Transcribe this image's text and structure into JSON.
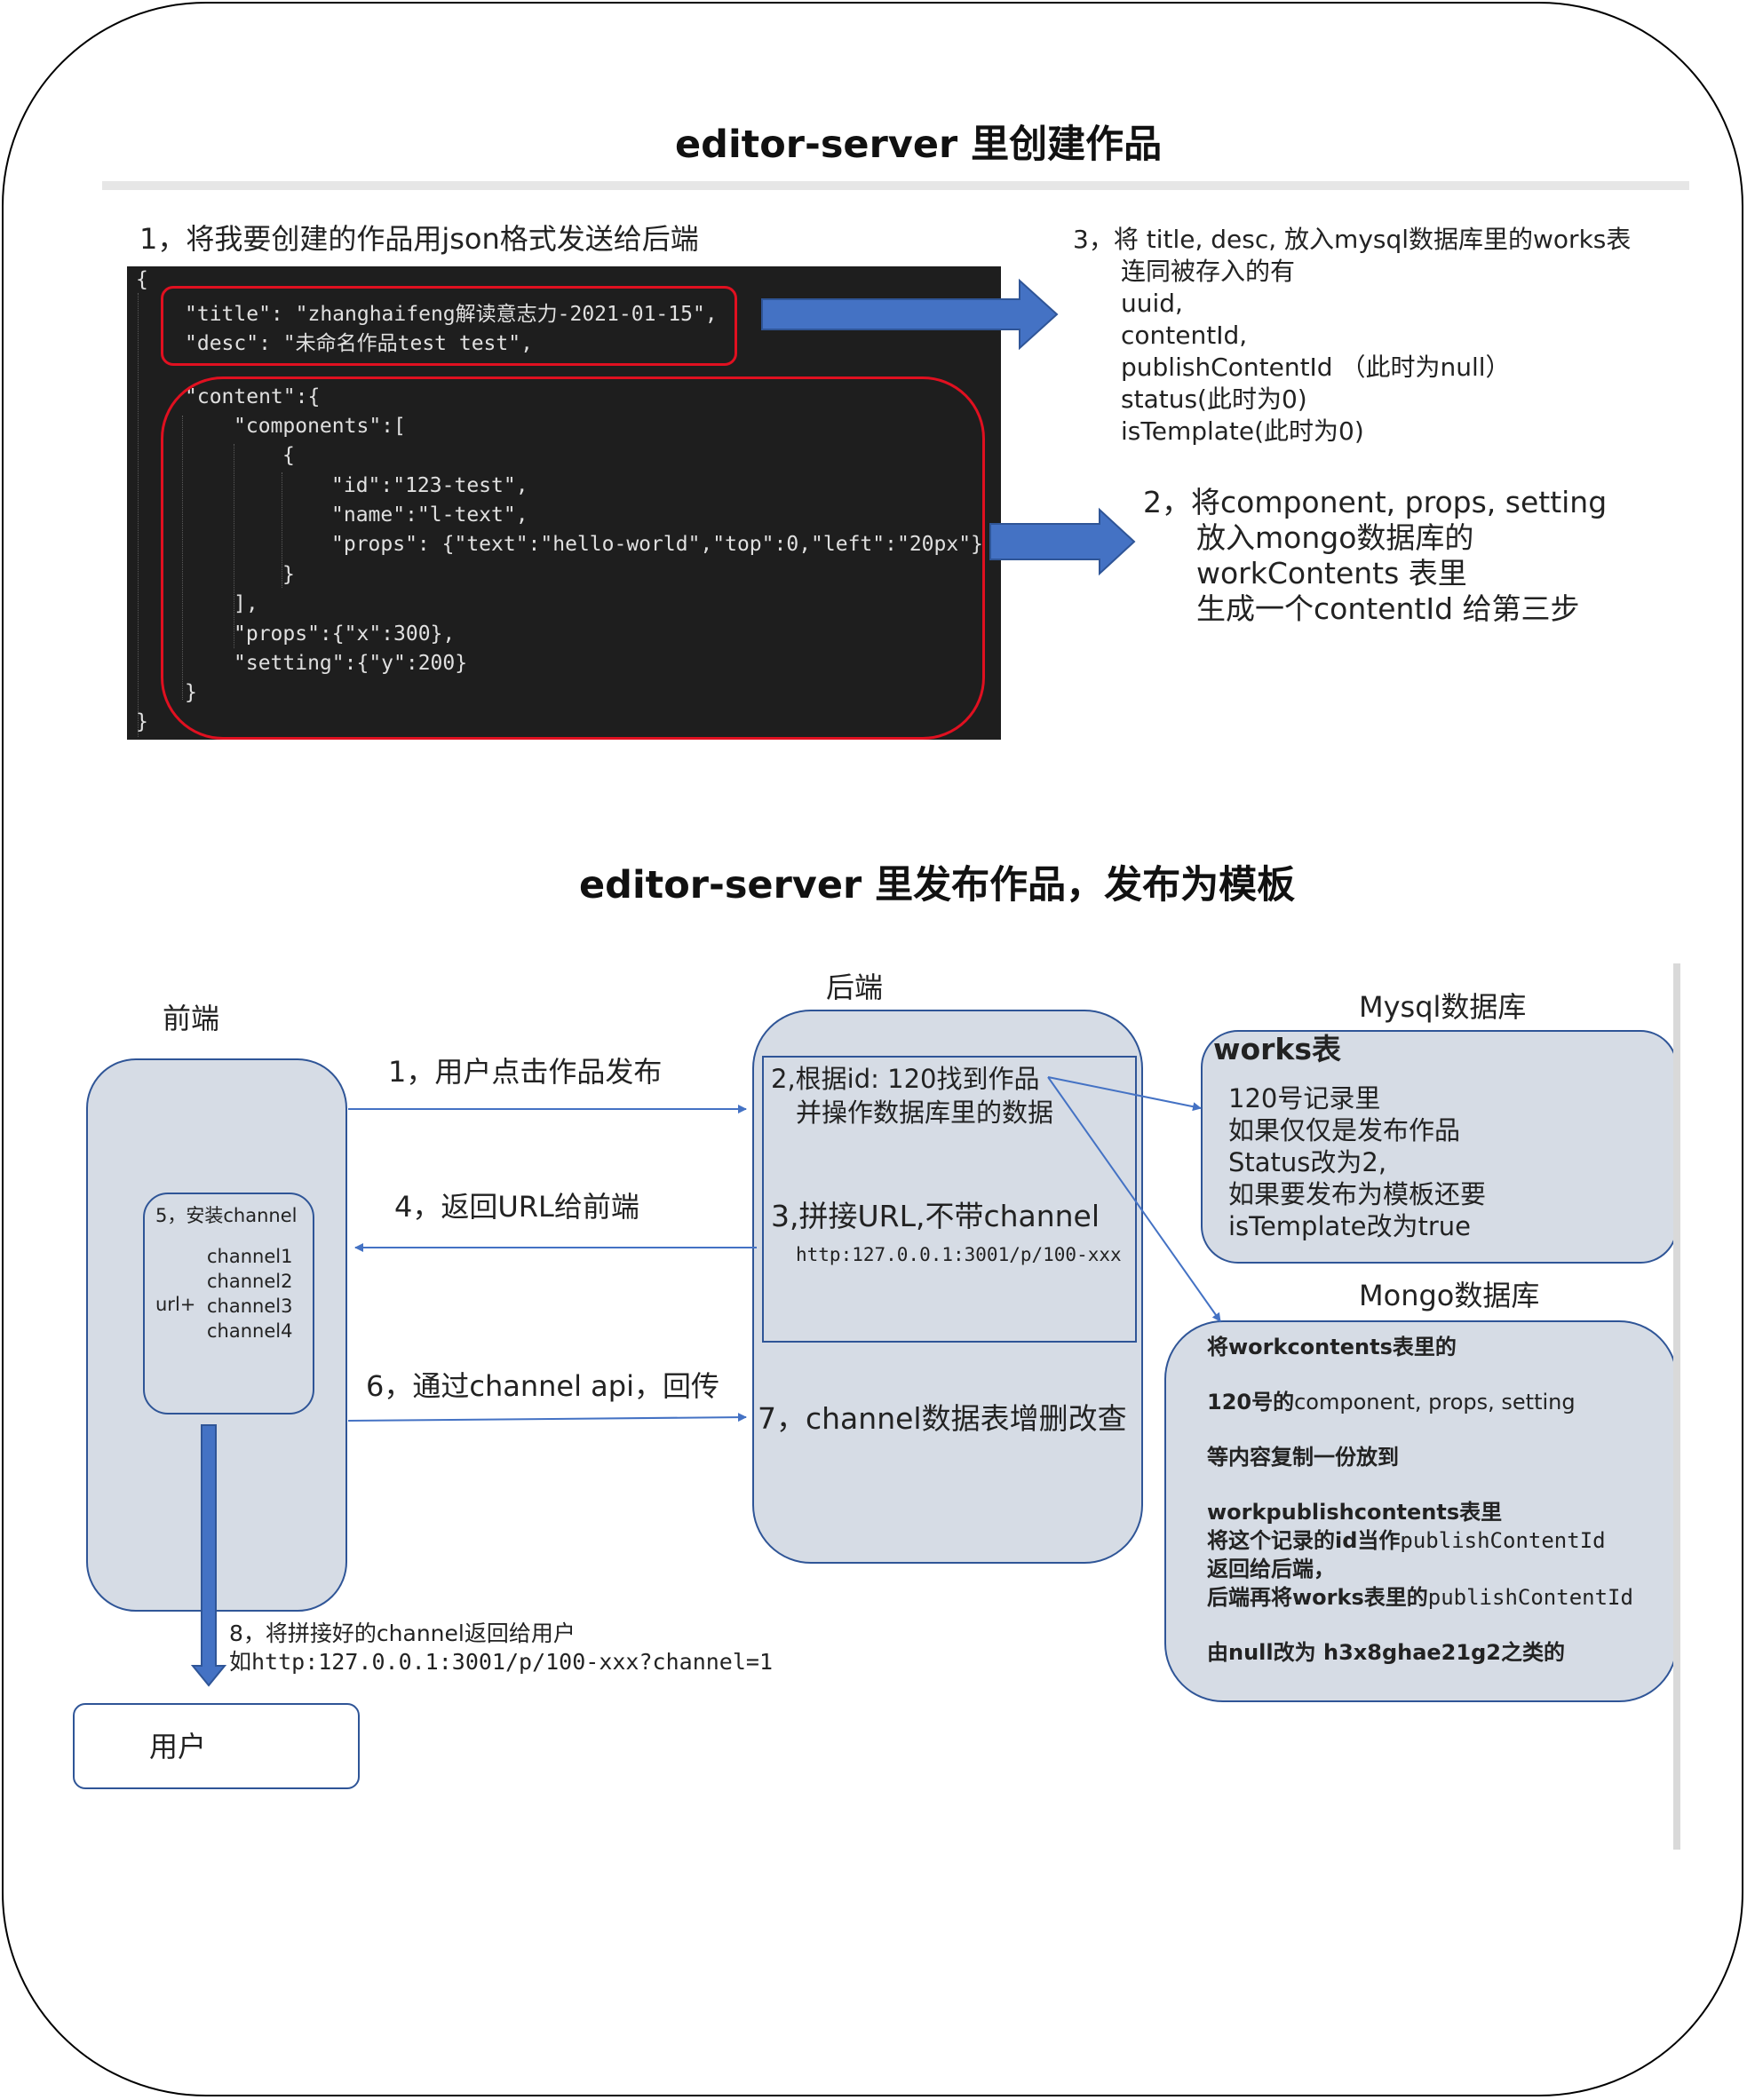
{
  "section1": {
    "title": "editor-server 里创建作品",
    "step1": "1，将我要创建的作品用json格式发送给后端",
    "code_lines": [
      "{",
      "\"title\": \"zhanghaifeng解读意志力-2021-01-15\",",
      "\"desc\": \"未命名作品test test\",",
      "\"content\":{",
      "\"components\":[",
      "{",
      "\"id\":\"123-test\",",
      "\"name\":\"l-text\",",
      "\"props\": {\"text\":\"hello-world\",\"top\":0,\"left\":\"20px\"}",
      "}",
      "],",
      "\"props\":{\"x\":300},",
      "\"setting\":{\"y\":200}",
      "}",
      "}"
    ],
    "step3": [
      "3，将 title, desc, 放入mysql数据库里的works表",
      "连同被存入的有",
      "uuid,",
      "contentId,",
      "publishContentId （此时为null）",
      "status(此时为0)",
      "isTemplate(此时为0)"
    ],
    "step2": [
      "2，将component, props, setting",
      "放入mongo数据库的",
      "workContents 表里",
      "生成一个contentId 给第三步"
    ],
    "colors": {
      "arrow": "#4472c4",
      "highlight": "#e01020",
      "code_bg": "#1e1e1e"
    }
  },
  "section2": {
    "title": "editor-server 里发布作品，发布为模板",
    "frontend_label": "前端",
    "backend_label": "后端",
    "mysql_label": "Mysql数据库",
    "mongo_label": "Mongo数据库",
    "user_label": "用户",
    "step1": "1，用户点击作品发布",
    "step4": "4，返回URL给前端",
    "step6": "6，通过channel api，回传",
    "step7": "7，channel数据表增删改查",
    "step2": [
      "2,根据id: 120找到作品",
      "并操作数据库里的数据"
    ],
    "step3": "3,拼接URL,不带channel",
    "step3_url": "http:127.0.0.1:3001/p/100-xxx",
    "channel_box": {
      "title": "5，安装channel",
      "prefix": "url+",
      "channels": [
        "channel1",
        "channel2",
        "channel3",
        "channel4"
      ]
    },
    "step8": [
      "8，将拼接好的channel返回给用户",
      "如http:127.0.0.1:3001/p/100-xxx?channel=1"
    ],
    "works": {
      "title": "works表",
      "lines": [
        "120号记录里",
        "如果仅仅是发布作品",
        "Status改为2,",
        "如果要发布为模板还要",
        "isTemplate改为true"
      ]
    },
    "mongo": {
      "lines": [
        "将workcontents表里的",
        "120号的",
        "component, props, setting",
        "等内容复制一份放到",
        "workpublishcontents表里",
        "将这个记录的id当作",
        "publishContentId",
        "返回给后端，",
        "后端再将works表里的",
        "publishContentId",
        "由null改为 h3x8ghae21g2之类的"
      ]
    },
    "colors": {
      "panel": "#d6dce5",
      "border": "#2f5597",
      "arrow": "#4472c4"
    }
  }
}
